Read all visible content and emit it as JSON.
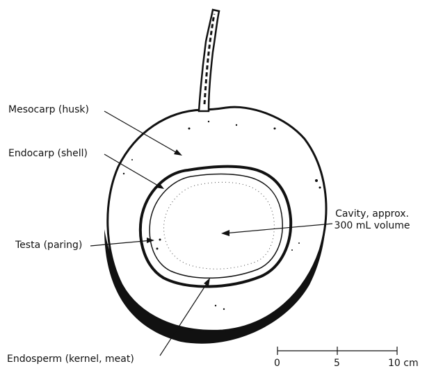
{
  "labels": {
    "mesocarp": "Mesocarp (husk)",
    "endocarp": "Endocarp (shell)",
    "testa": "Testa (paring)",
    "endosperm": "Endosperm (kernel, meat)",
    "cavity_line1": "Cavity, approx.",
    "cavity_line2": "300 mL volume"
  },
  "scale_bar": {
    "ticks": [
      "0",
      "5",
      "10 cm"
    ]
  },
  "colors": {
    "ink": "#111111",
    "paper": "#ffffff"
  }
}
